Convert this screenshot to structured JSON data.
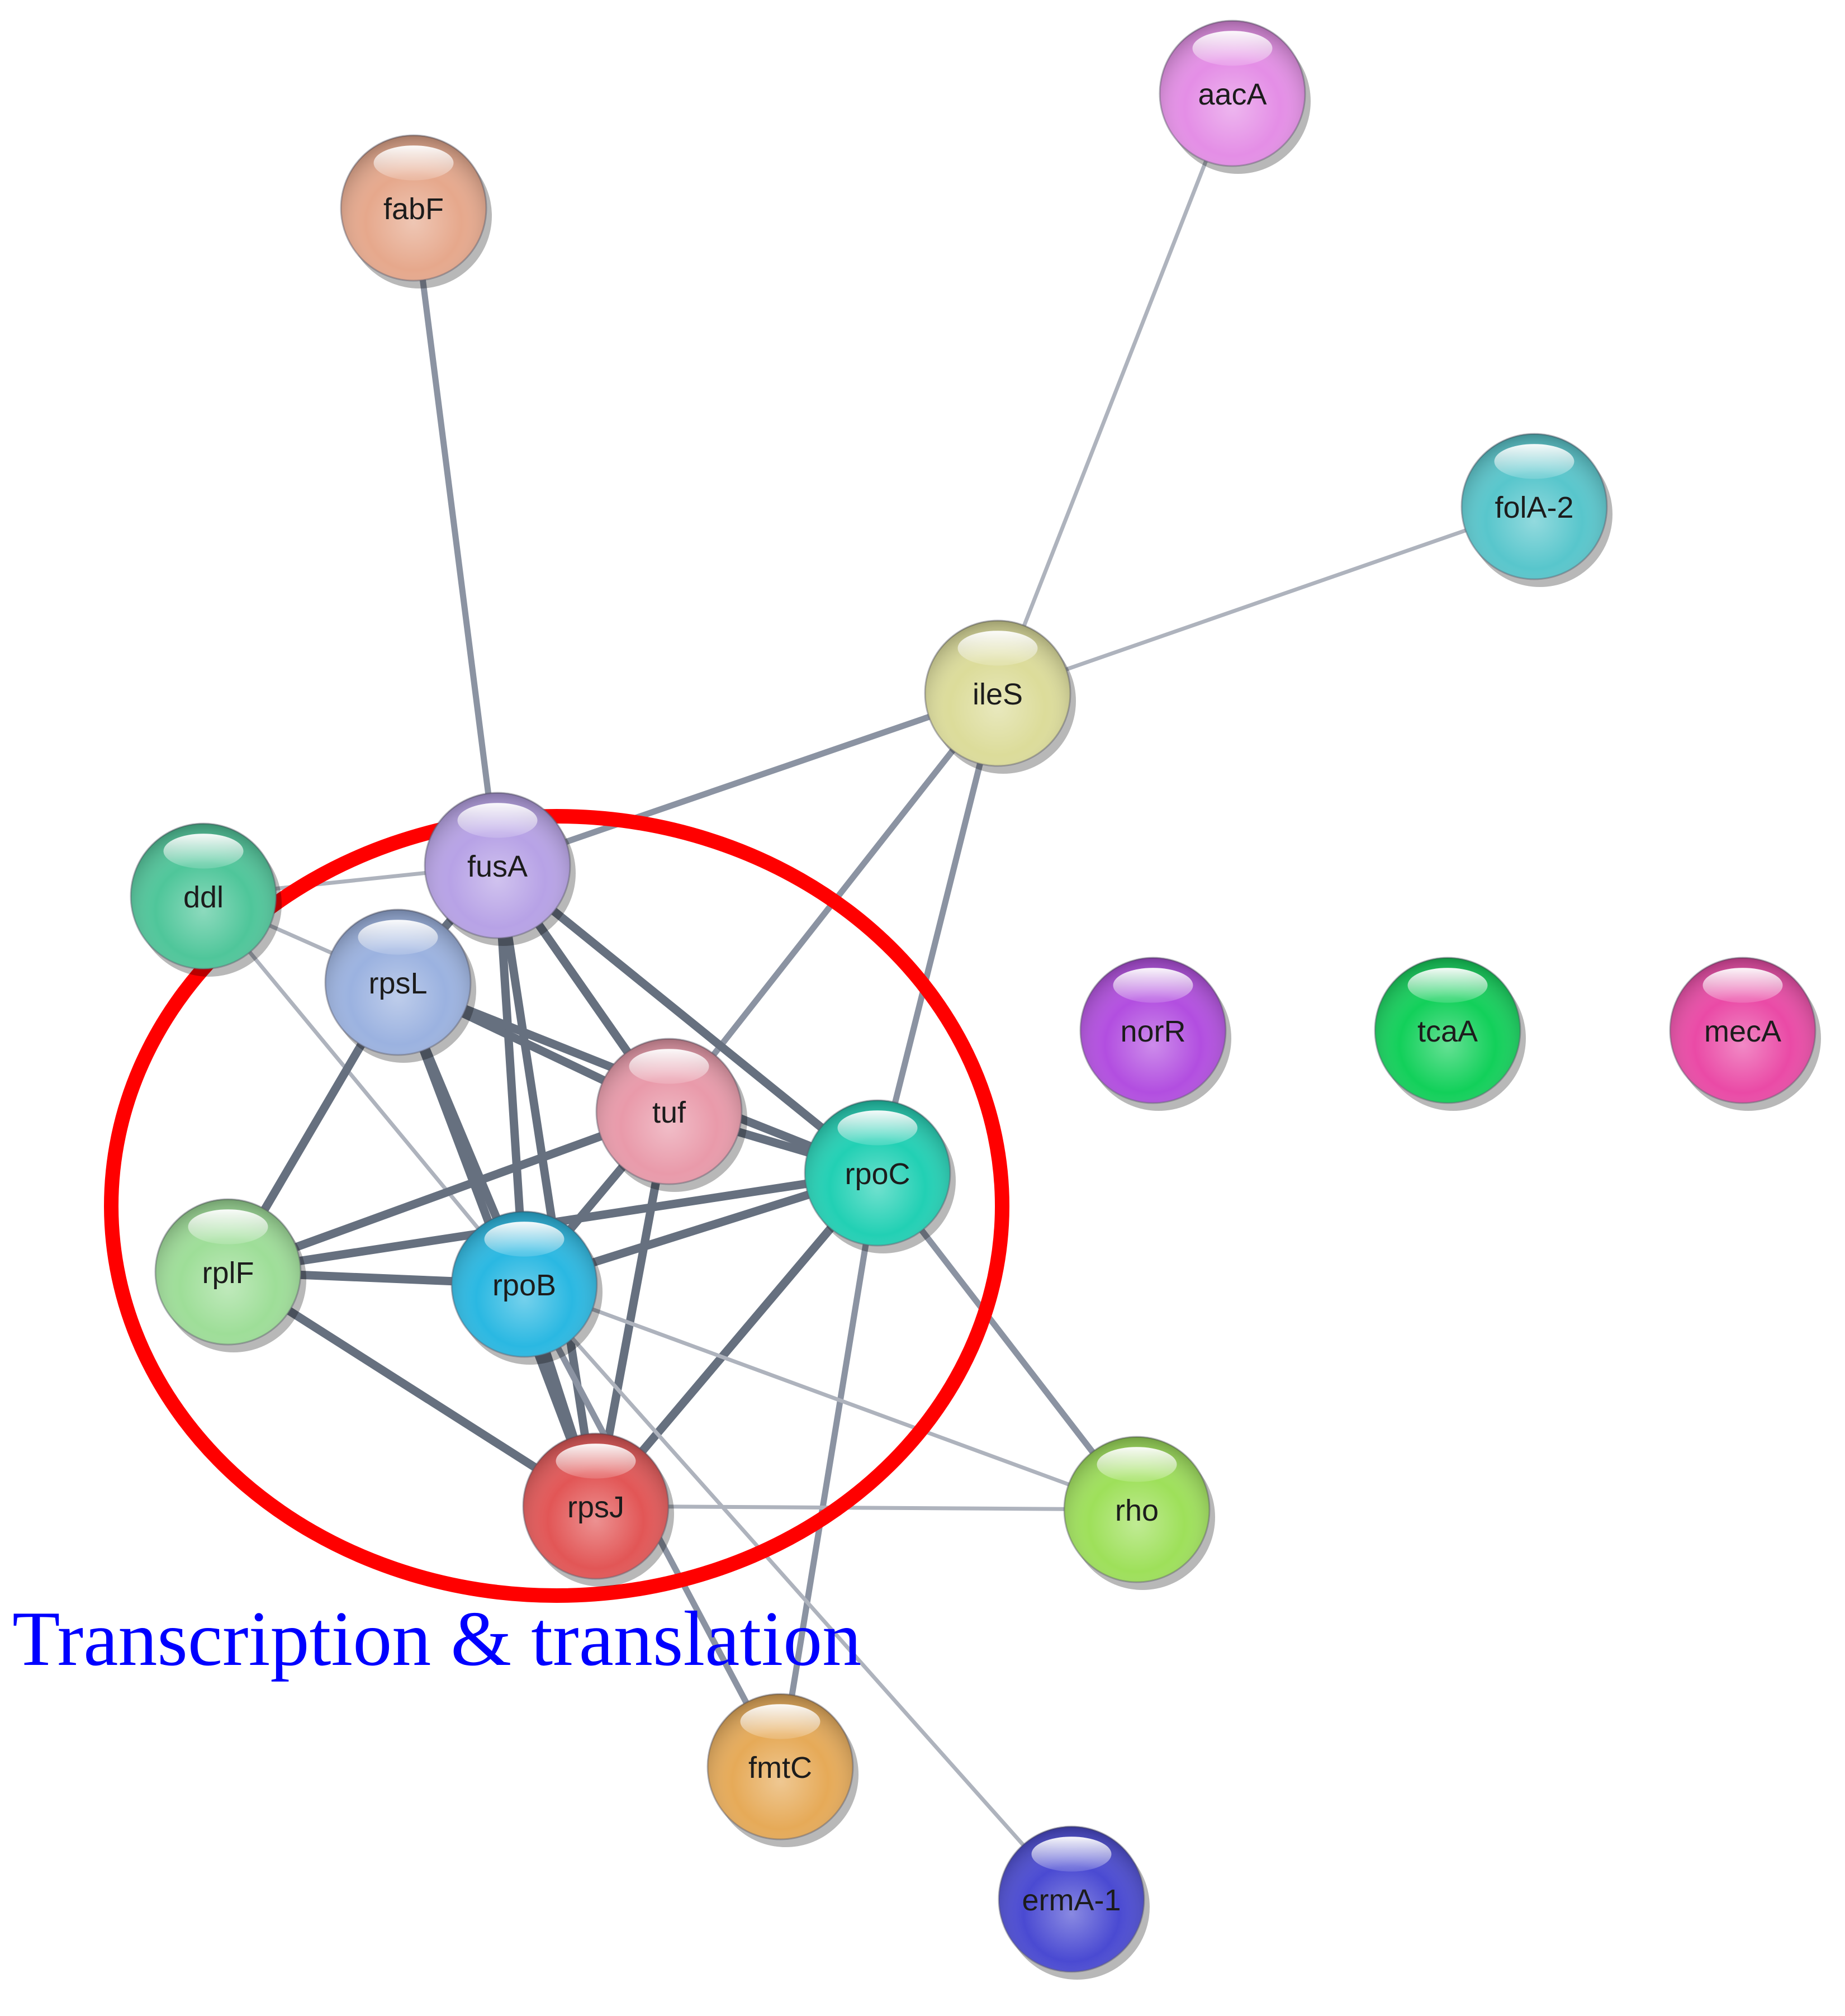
{
  "caption": "Transcription & translation",
  "highlight_color": "#ff0000",
  "caption_color": "#0000ff",
  "nodes": [
    {
      "id": "aacA",
      "label": "aacA",
      "color": "#e48ee6"
    },
    {
      "id": "fabF",
      "label": "fabF",
      "color": "#e6a88c"
    },
    {
      "id": "folA-2",
      "label": "folA-2",
      "color": "#58c6cc"
    },
    {
      "id": "ileS",
      "label": "ileS",
      "color": "#dcdc9a"
    },
    {
      "id": "fusA",
      "label": "fusA",
      "color": "#b7a2e6"
    },
    {
      "id": "ddl",
      "label": "ddl",
      "color": "#4fc69a"
    },
    {
      "id": "rpsL",
      "label": "rpsL",
      "color": "#9bb2e0"
    },
    {
      "id": "tuf",
      "label": "tuf",
      "color": "#e99aaa"
    },
    {
      "id": "rpoC",
      "label": "rpoC",
      "color": "#22d0b4"
    },
    {
      "id": "rplF",
      "label": "rplF",
      "color": "#9ede98"
    },
    {
      "id": "rpoB",
      "label": "rpoB",
      "color": "#2ab8e2"
    },
    {
      "id": "rpsJ",
      "label": "rpsJ",
      "color": "#e25656"
    },
    {
      "id": "rho",
      "label": "rho",
      "color": "#9ee05a"
    },
    {
      "id": "fmtC",
      "label": "fmtC",
      "color": "#e6aa58"
    },
    {
      "id": "ermA-1",
      "label": "ermA-1",
      "color": "#4a4ad2"
    },
    {
      "id": "norR",
      "label": "norR",
      "color": "#b24ee0"
    },
    {
      "id": "tcaA",
      "label": "tcaA",
      "color": "#12d05a"
    },
    {
      "id": "mecA",
      "label": "mecA",
      "color": "#ea4aa6"
    }
  ],
  "edges": [
    [
      "aacA",
      "ileS",
      "thin"
    ],
    [
      "folA-2",
      "ileS",
      "thin"
    ],
    [
      "fabF",
      "fusA",
      "medium"
    ],
    [
      "ileS",
      "fusA",
      "medium"
    ],
    [
      "ileS",
      "tuf",
      "medium"
    ],
    [
      "ileS",
      "rpoC",
      "medium"
    ],
    [
      "ddl",
      "fusA",
      "thin"
    ],
    [
      "ddl",
      "rpsL",
      "thin"
    ],
    [
      "ddl",
      "rpoB",
      "thin"
    ],
    [
      "fusA",
      "rpsL",
      "thick"
    ],
    [
      "fusA",
      "tuf",
      "thick"
    ],
    [
      "fusA",
      "rpoC",
      "thick"
    ],
    [
      "fusA",
      "rpoB",
      "thick"
    ],
    [
      "fusA",
      "rpsJ",
      "thick"
    ],
    [
      "rpsL",
      "tuf",
      "thick"
    ],
    [
      "rpsL",
      "rpoC",
      "thick"
    ],
    [
      "rpsL",
      "rplF",
      "thick"
    ],
    [
      "rpsL",
      "rpoB",
      "thick"
    ],
    [
      "rpsL",
      "rpsJ",
      "thick"
    ],
    [
      "tuf",
      "rpoC",
      "thick"
    ],
    [
      "tuf",
      "rplF",
      "thick"
    ],
    [
      "tuf",
      "rpoB",
      "thick"
    ],
    [
      "tuf",
      "rpsJ",
      "thick"
    ],
    [
      "rpoC",
      "rplF",
      "thick"
    ],
    [
      "rpoC",
      "rpoB",
      "thick"
    ],
    [
      "rpoC",
      "rpsJ",
      "thick"
    ],
    [
      "rpoC",
      "fmtC",
      "medium"
    ],
    [
      "rpoC",
      "rho",
      "medium"
    ],
    [
      "rplF",
      "rpoB",
      "thick"
    ],
    [
      "rplF",
      "rpsJ",
      "thick"
    ],
    [
      "rpoB",
      "rpsJ",
      "thick"
    ],
    [
      "rpoB",
      "rho",
      "thin"
    ],
    [
      "rpoB",
      "fmtC",
      "medium"
    ],
    [
      "rpoB",
      "ermA-1",
      "thin"
    ],
    [
      "rpsJ",
      "rho",
      "thin"
    ]
  ]
}
